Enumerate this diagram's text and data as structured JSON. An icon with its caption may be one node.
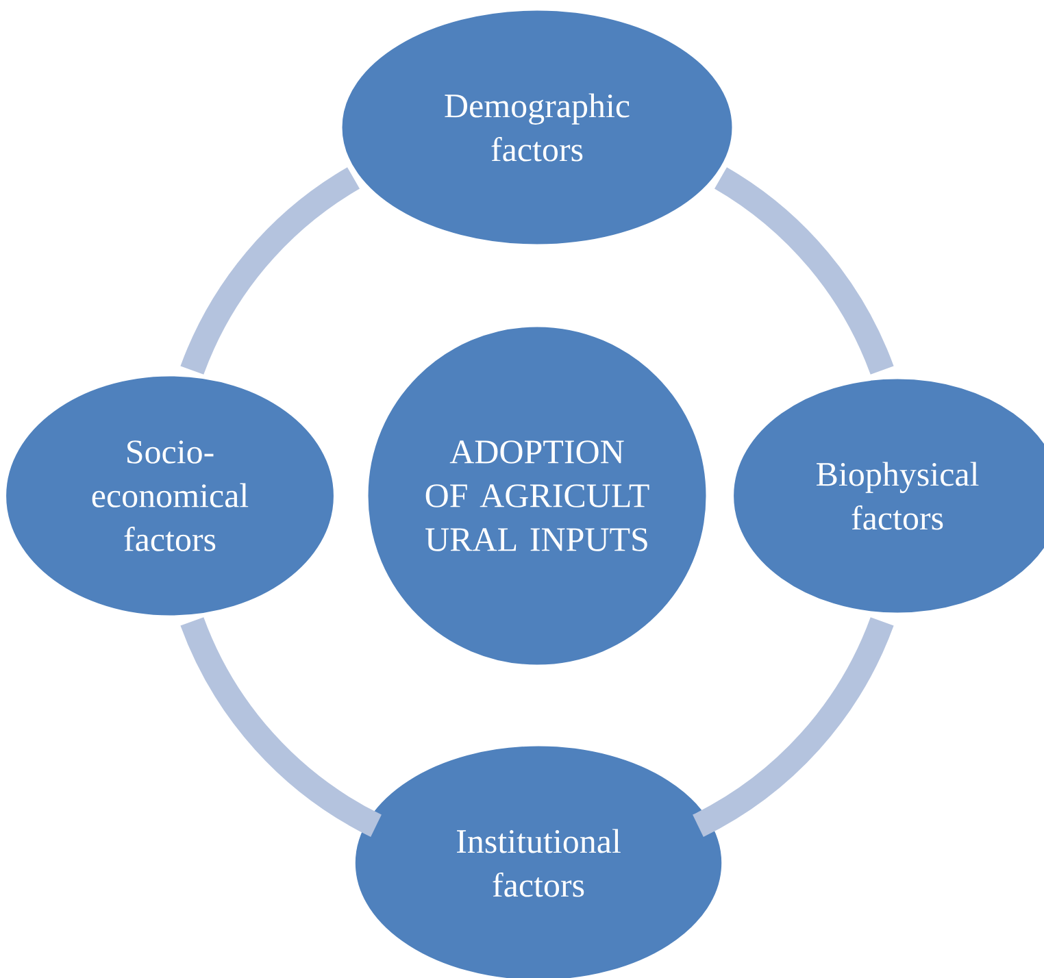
{
  "diagram": {
    "nodes": [
      {
        "text": [
          "Demographic factors"
        ]
      },
      {
        "text": [
          "Socio-economical factors"
        ]
      },
      {
        "text": [
          "ADOPTION OF AGRICULT URAL INPUTS"
        ]
      },
      {
        "text": [
          "Biophysical factors"
        ]
      },
      {
        "text": [
          "Institutional factors"
        ]
      }
    ],
    "edges": [
      {
        "from": 0,
        "to": 3,
        "arrow": "none"
      },
      {
        "from": 3,
        "to": 4,
        "arrow": "none"
      },
      {
        "from": 4,
        "to": 1,
        "arrow": "none"
      },
      {
        "from": 1,
        "to": 0,
        "arrow": "none"
      }
    ]
  }
}
